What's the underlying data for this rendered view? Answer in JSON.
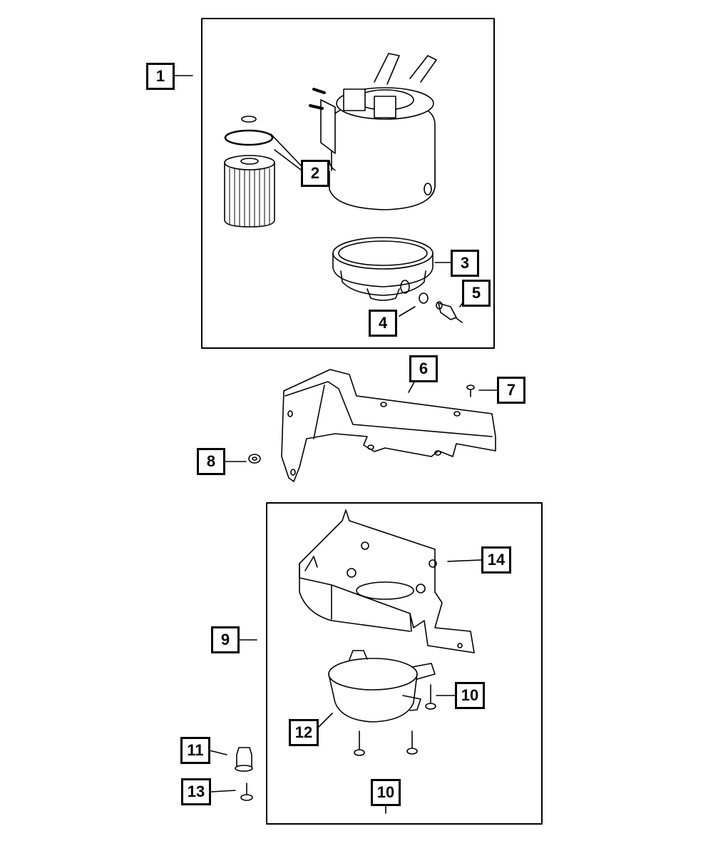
{
  "callouts": {
    "c1": "1",
    "c2": "2",
    "c3": "3",
    "c4": "4",
    "c5": "5",
    "c6": "6",
    "c7": "7",
    "c8": "8",
    "c9": "9",
    "c10a": "10",
    "c10b": "10",
    "c11": "11",
    "c12": "12",
    "c13": "13",
    "c14": "14"
  },
  "colors": {
    "line": "#000000",
    "fill": "#ffffff",
    "shade": "#e6e6e6"
  }
}
